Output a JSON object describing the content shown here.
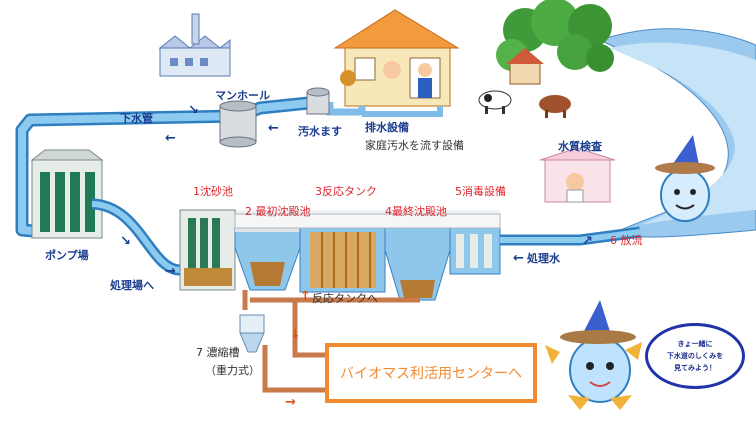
{
  "labels": {
    "sewer_pipe": "下水管",
    "manhole": "マンホール",
    "sewage_basin": "汚水ます",
    "drainage_title": "排水設備",
    "drainage_desc": "家庭汚水を流す設備",
    "pump_station": "ポンプ場",
    "to_plant": "処理場へ",
    "water_quality": "水質検査",
    "treated_water": "処理水",
    "step1": "1沈砂池",
    "step2": "2 最初沈殿池",
    "step3": "3反応タンク",
    "step4": "4最終沈殿池",
    "step5": "5消毒設備",
    "step6": "6 放流",
    "to_reaction_tank": "反応タンクへ",
    "thickener": "7 濃縮槽",
    "thickener_type": "（重力式）"
  },
  "cta": {
    "label": "バイオマス利活用センターへ"
  },
  "speech_bubble": {
    "lines": [
      "きょー緒に",
      "下水道のしくみを",
      "見てみよう！"
    ]
  },
  "colors": {
    "water": "#7fbde8",
    "water_dark": "#2f7fc0",
    "step_label": "#e0242b",
    "label": "#1a3d8f",
    "sludge_pipe": "#c87a4a",
    "cta_border": "#f28a2e"
  },
  "icons": [
    "arrow-icon",
    "house-icon",
    "factory-icon",
    "mascot-icon"
  ]
}
